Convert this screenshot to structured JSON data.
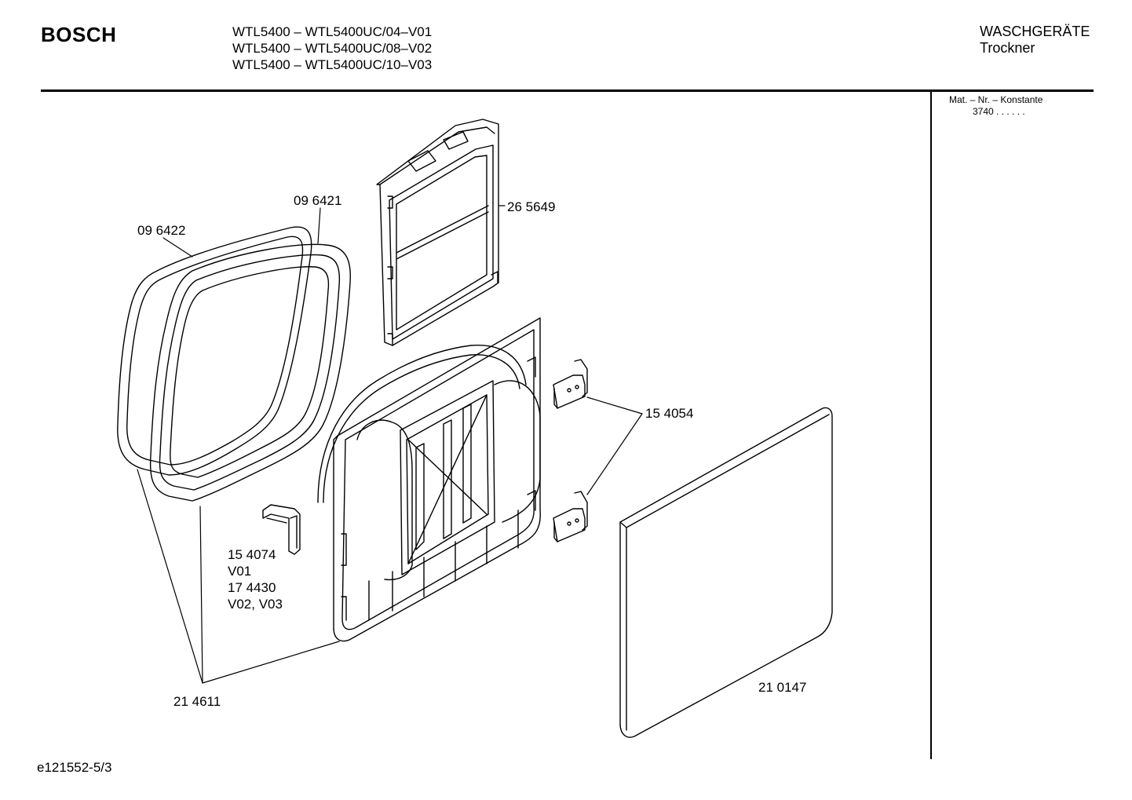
{
  "header": {
    "brand": "BOSCH",
    "models": [
      "WTL5400 – WTL5400UC/04–V01",
      "WTL5400 – WTL5400UC/08–V02",
      "WTL5400 – WTL5400UC/10–V03"
    ],
    "category_line1": "WASCHGERÄTE",
    "category_line2": "Trockner"
  },
  "side_panel": {
    "mat_label": "Mat. – Nr. – Konstante",
    "mat_value": "3740 . . . . . ."
  },
  "parts": {
    "p1": "09 6422",
    "p2": "09 6421",
    "p3": "26 5649",
    "p4": "15 4054",
    "p5a": "15 4074",
    "p5b": "V01",
    "p5c": "17 4430",
    "p5d": "V02, V03",
    "p6": "21 4611",
    "p7": "21 0147"
  },
  "footer": {
    "code": "e121552-5/3"
  }
}
